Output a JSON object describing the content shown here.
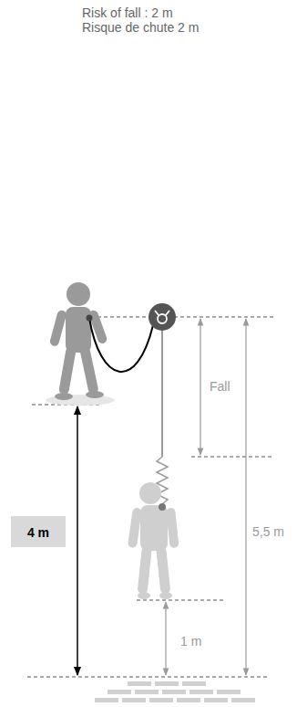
{
  "diagram": {
    "nodes": [
      {
        "text": [
          "4 m"
        ]
      }
    ],
    "labels": [
      "Risk of fall : 2 m",
      "Risque de chute 2 m",
      "Fall",
      "5,5 m",
      "1 m"
    ]
  }
}
